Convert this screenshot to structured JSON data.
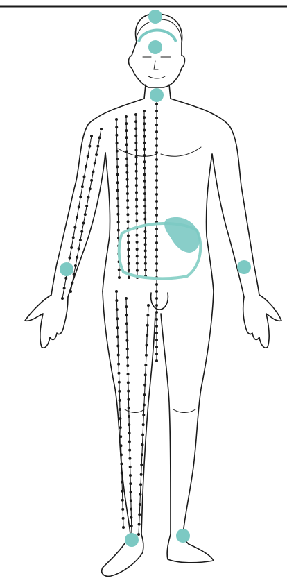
{
  "figure": {
    "name": "acupuncture-meridian-body-front",
    "colors": {
      "line": "#1a1a1a",
      "highlight": "#7cc9c3",
      "highlight_ring": "#8fd3ca",
      "background": "#ffffff"
    },
    "highlighted_points": [
      "crown-point",
      "forehead-point",
      "throat-point",
      "right-wrist-point",
      "left-wrist-point",
      "right-ankle-point",
      "left-ankle-point"
    ],
    "highlighted_regions": [
      "lower-abdomen-ring",
      "abdomen-cluster"
    ]
  }
}
